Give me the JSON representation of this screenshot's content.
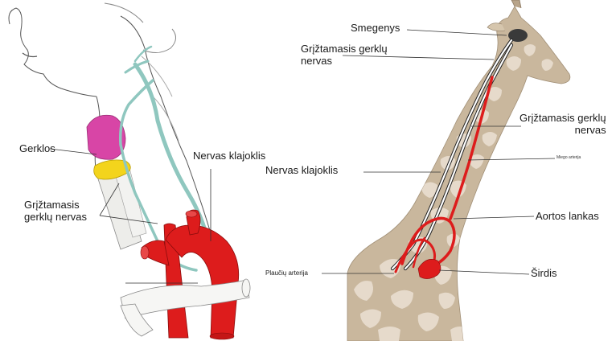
{
  "left_panel": {
    "labels": {
      "larynx": "Gerklos",
      "vagus_nerve": "Nervas klajoklis",
      "recurrent_laryngeal_nerve": "Grįžtamasis\ngerklų nervas"
    }
  },
  "right_panel": {
    "labels": {
      "brain": "Smegenys",
      "recurrent_nerve_top": "Grįžtamasis gerklų\nnervas",
      "recurrent_nerve_right": "Grįžtamasis gerklų\nnervas",
      "carotid_artery": "Miego arterija",
      "vagus_nerve": "Nervas klajoklis",
      "aortic_arch": "Aortos lankas",
      "pulmonary_artery": "Plaučių arterija",
      "heart": "Širdis"
    }
  },
  "colors": {
    "artery_red": "#dd1c1c",
    "nerve_teal": "#8fc7bf",
    "larynx_magenta": "#d845a6",
    "thyroid_yellow": "#f3d41c",
    "giraffe_base": "#c9b79d",
    "giraffe_patch": "#e6dacb",
    "leader_line": "#333333"
  }
}
